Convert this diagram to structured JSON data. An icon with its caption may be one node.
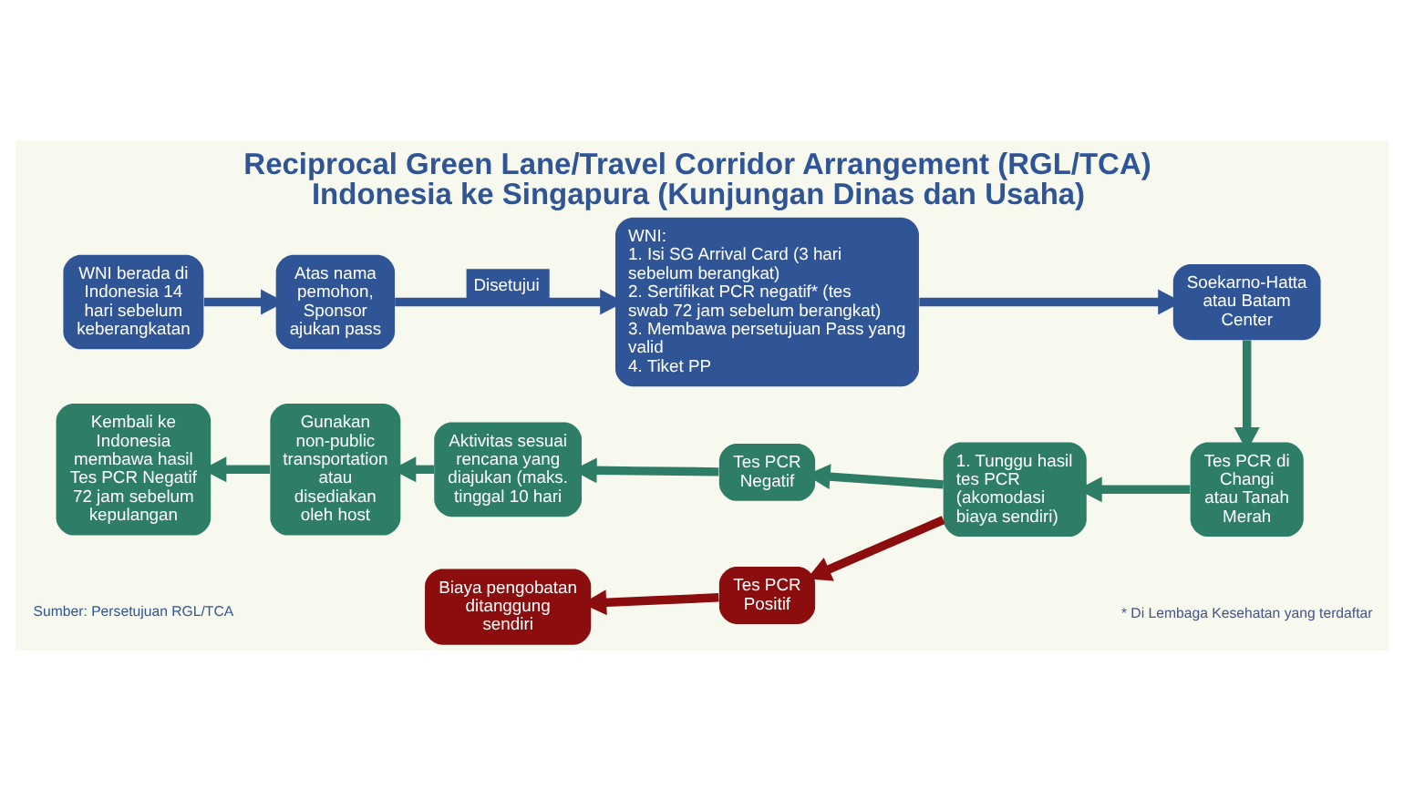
{
  "diagram": {
    "title": "Reciprocal Green Lane/Travel Corridor Arrangement (RGL/TCA) Indonesia ke Singapura (Kunjungan Dinas dan Usaha)",
    "nodes": [
      {
        "text": [
          "WNI berada di Indonesia 14 hari sebelum keberangkatan"
        ]
      },
      {
        "text": [
          "Atas nama pemohon, Sponsor ajukan pass"
        ]
      },
      {
        "text": [
          "WNI:",
          "1. Isi SG Arrival Card (3 hari sebelum berangkat)",
          "2. Sertifikat PCR negatif* (tes swab 72 jam sebelum berangkat)",
          "3. Membawa persetujuan Pass yang valid",
          "4. Tiket PP"
        ]
      },
      {
        "text": [
          "Soekarno-Hatta atau Batam Center"
        ]
      },
      {
        "text": [
          "Kembali ke Indonesia membawa hasil Tes PCR Negatif 72 jam sebelum kepulangan"
        ]
      },
      {
        "text": [
          "Gunakan non-public transportation atau disediakan oleh host"
        ]
      },
      {
        "text": [
          "Aktivitas sesuai rencana yang diajukan (maks. tinggal 10 hari"
        ]
      },
      {
        "text": [
          "Tes PCR Negatif"
        ]
      },
      {
        "text": [
          "1. Tunggu hasil tes PCR (akomodasi biaya sendiri)"
        ]
      },
      {
        "text": [
          "Tes PCR di Changi atau Tanah Merah"
        ]
      },
      {
        "text": [
          "Biaya pengobatan ditanggung sendiri"
        ]
      },
      {
        "text": [
          "Tes PCR Positif"
        ]
      }
    ],
    "edges": [
      {
        "from": 0,
        "to": 1,
        "arrow": "to",
        "color": "#2f5597"
      },
      {
        "from": 1,
        "to": 2,
        "arrow": "to",
        "label": "Disetujui",
        "color": "#2f5597"
      },
      {
        "from": 2,
        "to": 3,
        "arrow": "to",
        "color": "#2f5597"
      },
      {
        "from": 3,
        "to": 9,
        "arrow": "to"
      },
      {
        "from": 9,
        "to": 8,
        "arrow": "to"
      },
      {
        "from": 8,
        "to": 7,
        "arrow": "to"
      },
      {
        "from": 7,
        "to": 6,
        "arrow": "to"
      },
      {
        "from": 6,
        "to": 5,
        "arrow": "to"
      },
      {
        "from": 5,
        "to": 4,
        "arrow": "to"
      },
      {
        "from": 8,
        "to": 11,
        "arrow": "to",
        "color": "#8b0d0d"
      },
      {
        "from": 11,
        "to": 10,
        "arrow": "to",
        "color": "#8b0d0d"
      }
    ],
    "labels": [
      "Sumber: Persetujuan RGL/TCA",
      "* Di Lembaga Kesehatan yang terdaftar"
    ]
  }
}
